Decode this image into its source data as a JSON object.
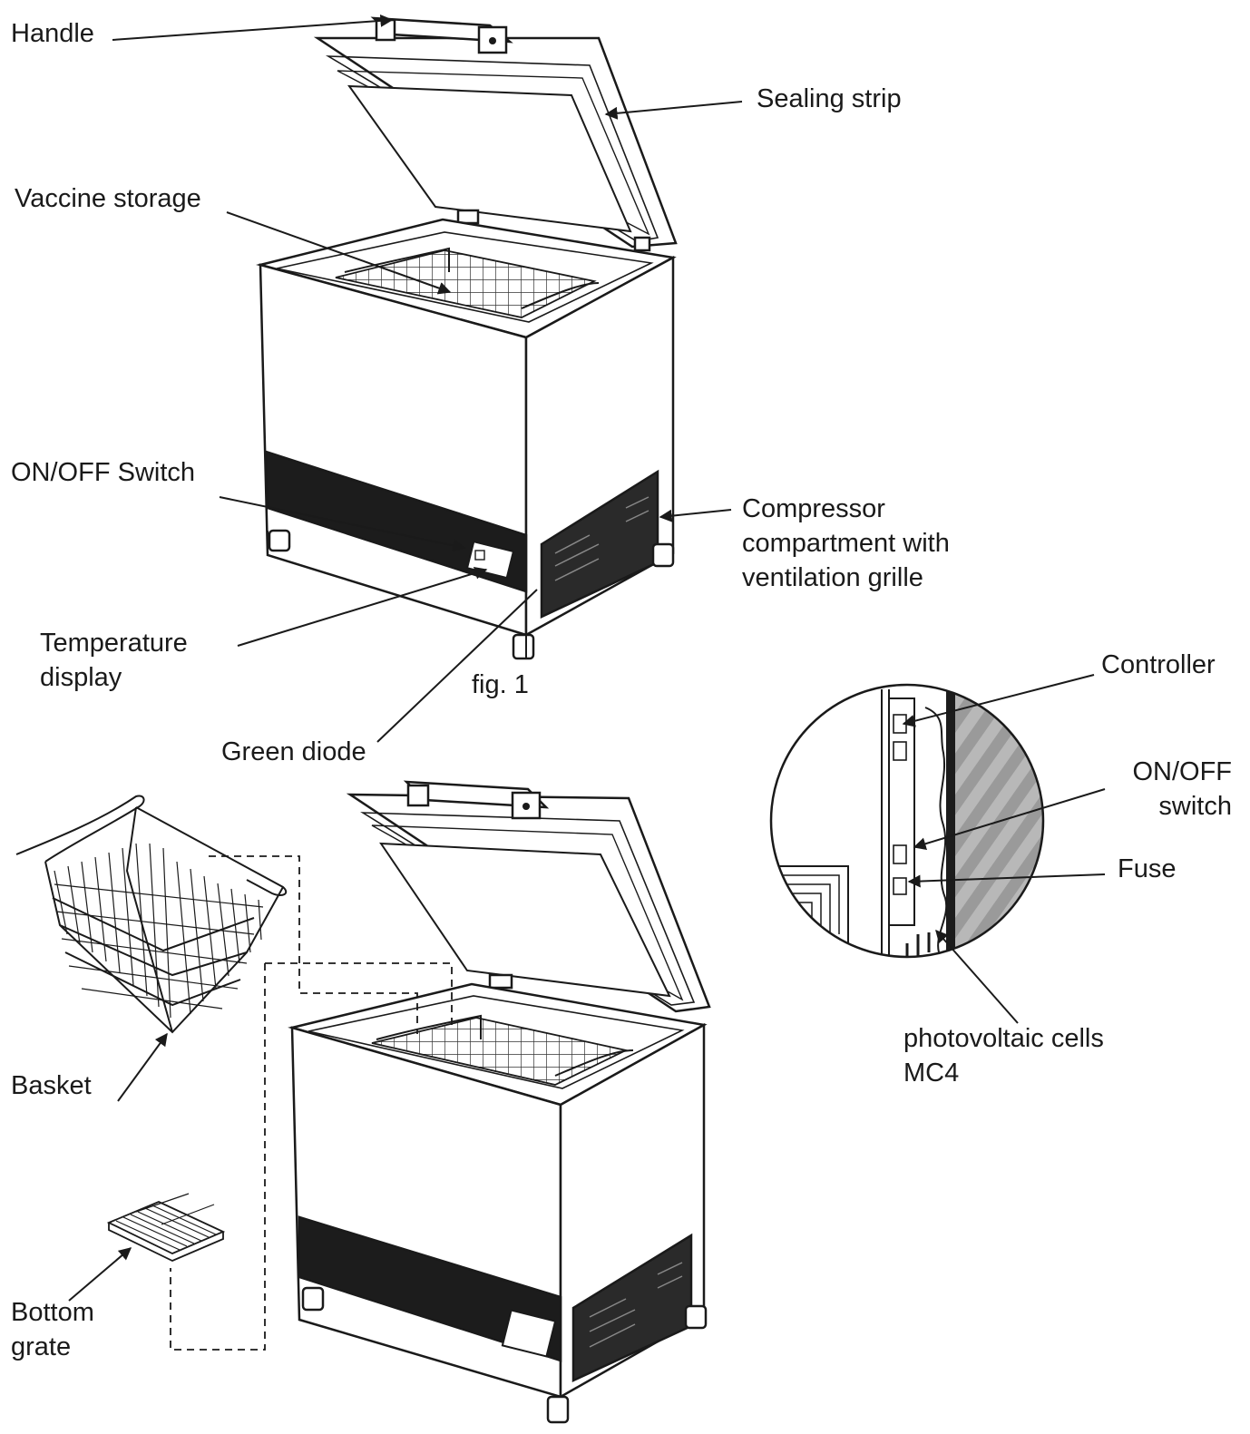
{
  "labels": {
    "handle": "Handle",
    "sealing_strip": "Sealing strip",
    "vaccine_storage": "Vaccine storage",
    "on_off_switch": "ON/OFF Switch",
    "compressor": "Compressor\ncompartment with\nventilation grille",
    "temperature_display": "Temperature\ndisplay",
    "fig": "fig. 1",
    "green_diode": "Green diode",
    "controller": "Controller",
    "on_off_switch_detail": "ON/OFF\nswitch",
    "fuse": "Fuse",
    "basket": "Basket",
    "photovoltaic": "photovoltaic cells\nMC4",
    "bottom_grate": "Bottom\ngrate"
  },
  "colors": {
    "ink": "#1a1a1a",
    "band": "#1c1c1c",
    "panel": "#2a2a2a",
    "background": "#ffffff"
  }
}
